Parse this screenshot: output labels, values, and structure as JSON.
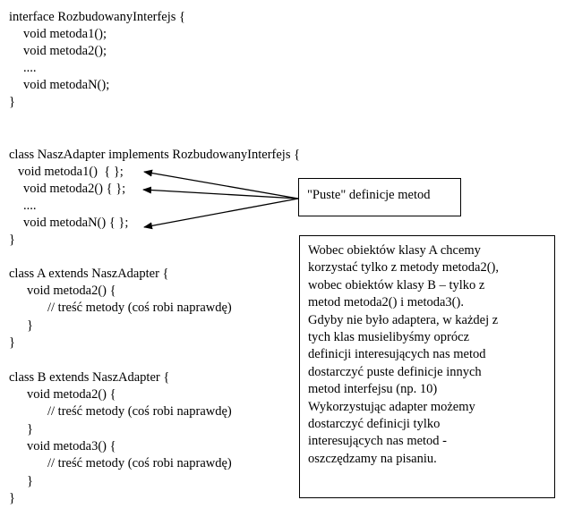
{
  "code": {
    "interface_block": [
      "interface RozbudowanyInterfejs {",
      "void metoda1();",
      "void metoda2();",
      "....",
      "void metodaN();",
      "}"
    ],
    "adapter_block": [
      "class NaszAdapter implements RozbudowanyInterfejs {",
      "void metoda1()  { };",
      "void metoda2() { };",
      "....",
      "void metodaN() { };",
      "}"
    ],
    "class_a_block": [
      "class A extends NaszAdapter {",
      "void metoda2() {",
      "// treść metody (coś robi naprawdę)",
      "}",
      "}"
    ],
    "class_b_block": [
      "class B extends NaszAdapter {",
      "void metoda2() {",
      "// treść metody (coś robi naprawdę)",
      "}",
      "void metoda3() {",
      "// treść metody (coś robi naprawdę)",
      "}",
      "}"
    ]
  },
  "callout": {
    "label": "\"Puste\" definicje metod"
  },
  "explanation": {
    "lines": [
      "Wobec obiektów klasy A chcemy",
      "korzystać tylko z metody metoda2(),",
      "wobec obiektów klasy B – tylko z",
      "metod metoda2() i metoda3().",
      "Gdyby nie było adaptera, w każdej z",
      "tych klas musielibyśmy oprócz",
      "definicji interesujących nas metod",
      "dostarczyć puste definicje innych",
      "metod interfejsu (np. 10)",
      "Wykorzystując adapter możemy",
      "dostarczyć definicji tylko",
      "interesujących nas metod -",
      "oszczędzamy na pisaniu."
    ]
  }
}
